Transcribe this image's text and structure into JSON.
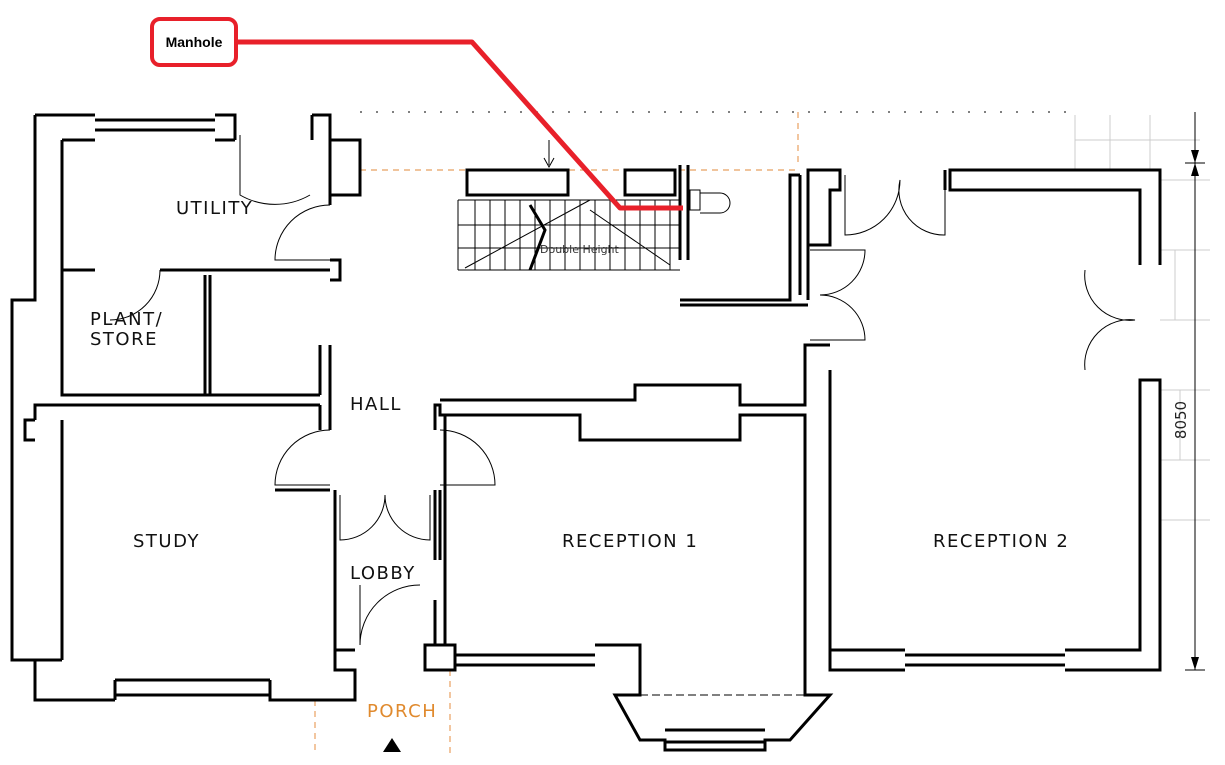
{
  "title": "Ground floor plan",
  "callout": {
    "label": "Manhole",
    "color": "#e8202a"
  },
  "rooms": {
    "utility": "UTILITY",
    "plant_line1": "PLANT/",
    "plant_line2": "STORE",
    "hall": "HALL",
    "study": "STUDY",
    "lobby": "LOBBY",
    "reception1": "RECEPTION 1",
    "reception2": "RECEPTION 2",
    "porch": "PORCH",
    "double_height": "Double Height"
  },
  "dimension": "8050",
  "colors": {
    "wall": "#000000",
    "porch": "#e08a2e",
    "guide": "#e8a060"
  }
}
